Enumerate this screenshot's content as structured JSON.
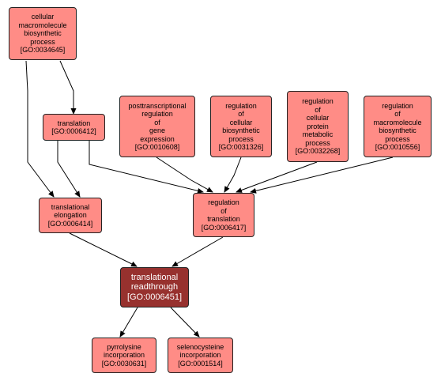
{
  "colors": {
    "node_fill": "#ff8c86",
    "focus_fill": "#97312e",
    "edge": "#000000",
    "focus_text": "#ffffff"
  },
  "nodes": [
    {
      "id": "n34645",
      "lines": [
        "cellular",
        "macromolecule",
        "biosynthetic",
        "process",
        "[GO:0034645]"
      ]
    },
    {
      "id": "n6412",
      "lines": [
        "translation",
        "[GO:0006412]"
      ]
    },
    {
      "id": "n10608",
      "lines": [
        "posttranscriptional",
        "regulation",
        "of",
        "gene",
        "expression",
        "[GO:0010608]"
      ]
    },
    {
      "id": "n31326",
      "lines": [
        "regulation",
        "of",
        "cellular",
        "biosynthetic",
        "process",
        "[GO:0031326]"
      ]
    },
    {
      "id": "n32268",
      "lines": [
        "regulation",
        "of",
        "cellular",
        "protein",
        "metabolic",
        "process",
        "[GO:0032268]"
      ]
    },
    {
      "id": "n10556",
      "lines": [
        "regulation",
        "of",
        "macromolecule",
        "biosynthetic",
        "process",
        "[GO:0010556]"
      ]
    },
    {
      "id": "n6414",
      "lines": [
        "translational",
        "elongation",
        "[GO:0006414]"
      ]
    },
    {
      "id": "n6417",
      "lines": [
        "regulation",
        "of",
        "translation",
        "[GO:0006417]"
      ]
    },
    {
      "id": "n6451",
      "lines": [
        "translational",
        "readthrough",
        "[GO:0006451]"
      ],
      "focus": true
    },
    {
      "id": "n30631",
      "lines": [
        "pyrrolysine",
        "incorporation",
        "[GO:0030631]"
      ]
    },
    {
      "id": "n1514",
      "lines": [
        "selenocysteine",
        "incorporation",
        "[GO:0001514]"
      ]
    }
  ],
  "edges": [
    {
      "from": "n34645",
      "to": "n6412"
    },
    {
      "from": "n34645",
      "to": "n6414"
    },
    {
      "from": "n6412",
      "to": "n6414"
    },
    {
      "from": "n6412",
      "to": "n6417"
    },
    {
      "from": "n10608",
      "to": "n6417"
    },
    {
      "from": "n31326",
      "to": "n6417"
    },
    {
      "from": "n32268",
      "to": "n6417"
    },
    {
      "from": "n10556",
      "to": "n6417"
    },
    {
      "from": "n6414",
      "to": "n6451"
    },
    {
      "from": "n6417",
      "to": "n6451"
    },
    {
      "from": "n6451",
      "to": "n30631"
    },
    {
      "from": "n6451",
      "to": "n1514"
    }
  ]
}
